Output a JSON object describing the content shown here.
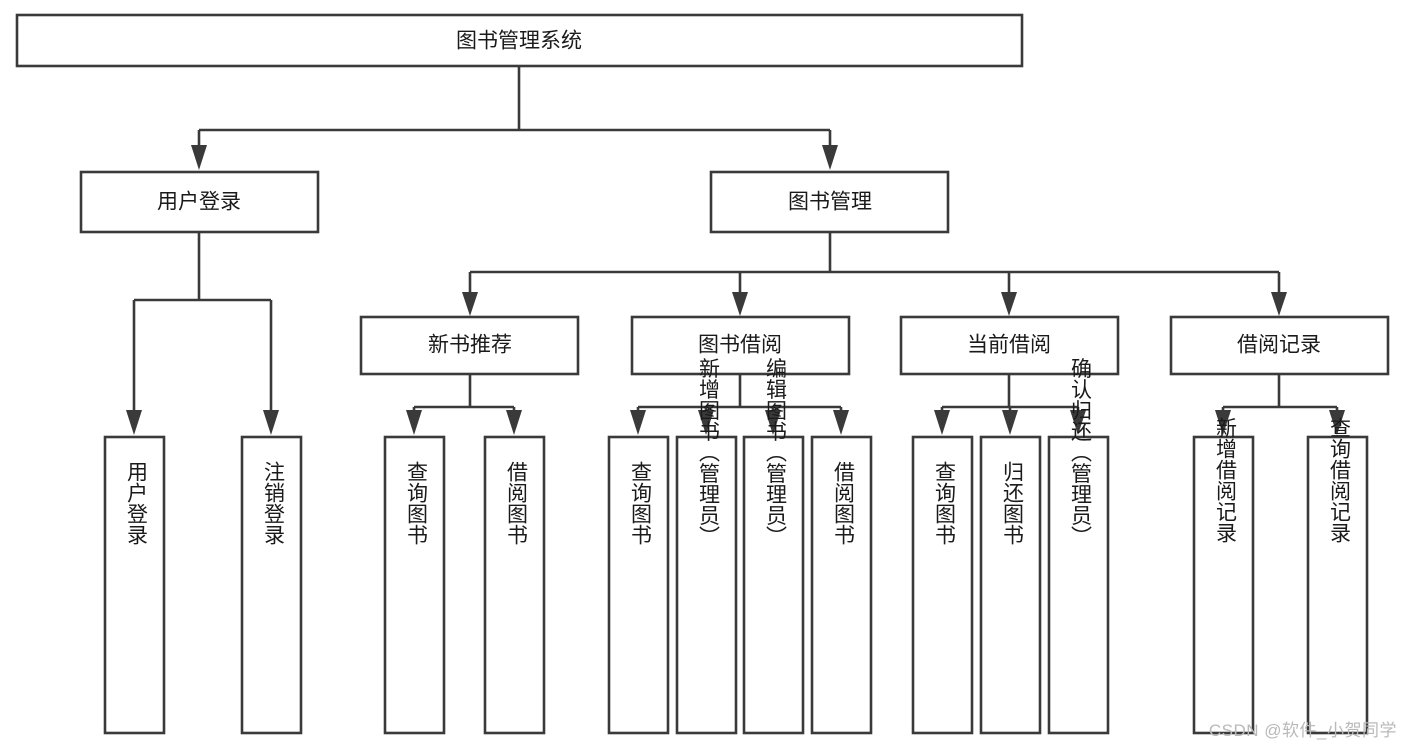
{
  "diagram": {
    "title": "图书管理系统",
    "type": "tree",
    "orientation": "top-down",
    "colors": {
      "background": "#ffffff",
      "box_fill": "#ffffff",
      "box_stroke": "#3a3a3a",
      "text": "#1a1a1a",
      "watermark": "#b9b9b9"
    },
    "levels": [
      {
        "level": 1,
        "nodes": [
          {
            "id": "root",
            "label": "图书管理系统",
            "orientation": "horizontal"
          }
        ]
      },
      {
        "level": 2,
        "nodes": [
          {
            "id": "login",
            "label": "用户登录",
            "orientation": "horizontal",
            "parent": "root"
          },
          {
            "id": "bookmgmt",
            "label": "图书管理",
            "orientation": "horizontal",
            "parent": "root"
          }
        ]
      },
      {
        "level": 3,
        "nodes": [
          {
            "id": "newbook",
            "label": "新书推荐",
            "orientation": "horizontal",
            "parent": "bookmgmt"
          },
          {
            "id": "borrow",
            "label": "图书借阅",
            "orientation": "horizontal",
            "parent": "bookmgmt"
          },
          {
            "id": "current",
            "label": "当前借阅",
            "orientation": "horizontal",
            "parent": "bookmgmt"
          },
          {
            "id": "records",
            "label": "借阅记录",
            "orientation": "horizontal",
            "parent": "bookmgmt"
          }
        ]
      },
      {
        "level": 4,
        "nodes": [
          {
            "id": "leaf1",
            "label": "用户登录",
            "orientation": "vertical",
            "parent": "login"
          },
          {
            "id": "leaf2",
            "label": "注销登录",
            "orientation": "vertical",
            "parent": "login"
          },
          {
            "id": "leaf3",
            "label": "查询图书",
            "orientation": "vertical",
            "parent": "newbook"
          },
          {
            "id": "leaf4",
            "label": "借阅图书",
            "orientation": "vertical",
            "parent": "newbook"
          },
          {
            "id": "leaf5",
            "label": "查询图书",
            "orientation": "vertical",
            "parent": "borrow"
          },
          {
            "id": "leaf6",
            "label": "新增图书（管理员）",
            "orientation": "vertical",
            "parent": "borrow"
          },
          {
            "id": "leaf7",
            "label": "编辑图书（管理员）",
            "orientation": "vertical",
            "parent": "borrow"
          },
          {
            "id": "leaf8",
            "label": "借阅图书",
            "orientation": "vertical",
            "parent": "borrow"
          },
          {
            "id": "leaf9",
            "label": "查询图书",
            "orientation": "vertical",
            "parent": "current"
          },
          {
            "id": "leaf10",
            "label": "归还图书",
            "orientation": "vertical",
            "parent": "current"
          },
          {
            "id": "leaf11",
            "label": "确认归还（管理员）",
            "orientation": "vertical",
            "parent": "current"
          },
          {
            "id": "leaf12",
            "label": "新增借阅记录",
            "orientation": "vertical",
            "parent": "records"
          },
          {
            "id": "leaf13",
            "label": "查询借阅记录",
            "orientation": "vertical",
            "parent": "records"
          }
        ]
      }
    ]
  },
  "watermark": {
    "text": "CSDN @软件_小贺同学"
  }
}
